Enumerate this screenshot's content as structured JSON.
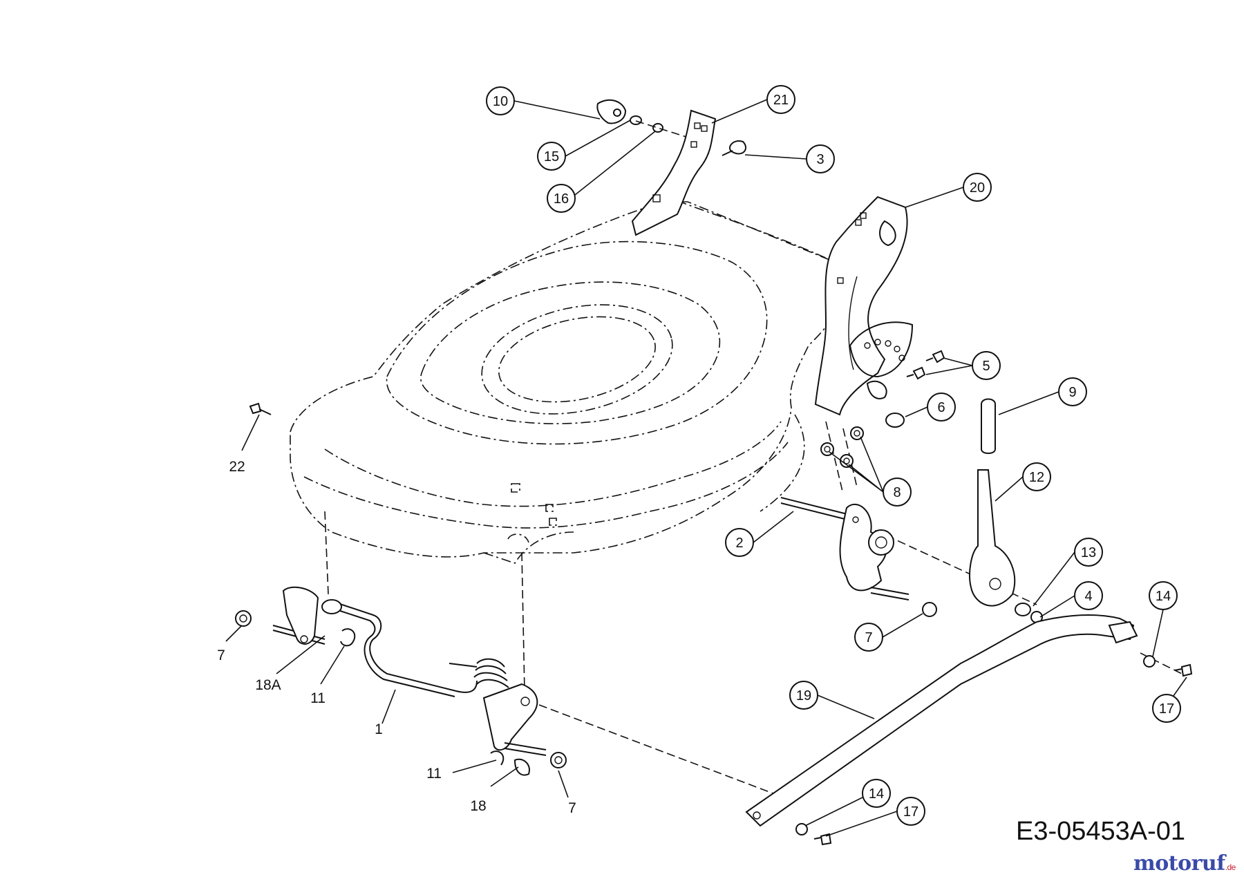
{
  "drawing_code": "E3-05453A-01",
  "watermark": {
    "brand": "motoruf",
    "suffix": ".de"
  },
  "callouts": [
    {
      "id": "10",
      "label": "10"
    },
    {
      "id": "21",
      "label": "21"
    },
    {
      "id": "15",
      "label": "15"
    },
    {
      "id": "3",
      "label": "3"
    },
    {
      "id": "16",
      "label": "16"
    },
    {
      "id": "20",
      "label": "20"
    },
    {
      "id": "5",
      "label": "5"
    },
    {
      "id": "9",
      "label": "9"
    },
    {
      "id": "6",
      "label": "6"
    },
    {
      "id": "12",
      "label": "12"
    },
    {
      "id": "8",
      "label": "8"
    },
    {
      "id": "2",
      "label": "2"
    },
    {
      "id": "13",
      "label": "13"
    },
    {
      "id": "4",
      "label": "4"
    },
    {
      "id": "14a",
      "label": "14"
    },
    {
      "id": "7a",
      "label": "7"
    },
    {
      "id": "19",
      "label": "19"
    },
    {
      "id": "17a",
      "label": "17"
    },
    {
      "id": "14b",
      "label": "14"
    },
    {
      "id": "17b",
      "label": "17"
    }
  ],
  "plain_labels": [
    {
      "id": "22",
      "label": "22"
    },
    {
      "id": "7b",
      "label": "7"
    },
    {
      "id": "18A",
      "label": "18A"
    },
    {
      "id": "11a",
      "label": "11"
    },
    {
      "id": "1",
      "label": "1"
    },
    {
      "id": "11b",
      "label": "11"
    },
    {
      "id": "18",
      "label": "18"
    },
    {
      "id": "7c",
      "label": "7"
    }
  ]
}
